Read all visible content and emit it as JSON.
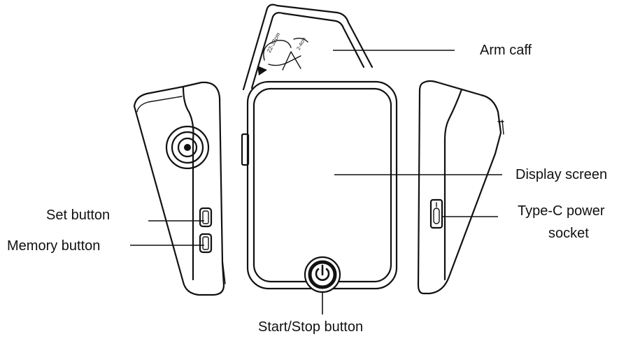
{
  "labels": {
    "arm_cuff": "Arm caff",
    "display_screen": "Display screen",
    "type_c_line1": "Type-C power",
    "type_c_line2": "socket",
    "set_button": "Set button",
    "memory_button": "Memory button",
    "start_stop_button": "Start/Stop button",
    "cuff_size": "22-32cm",
    "cuff_mark": "2-4cm"
  },
  "colors": {
    "ink": "#111111",
    "background": "#ffffff"
  },
  "icons": {
    "power": "power-icon",
    "air_port": "air-port-icon",
    "cuff_arrow": "triangle-arrow-icon"
  }
}
